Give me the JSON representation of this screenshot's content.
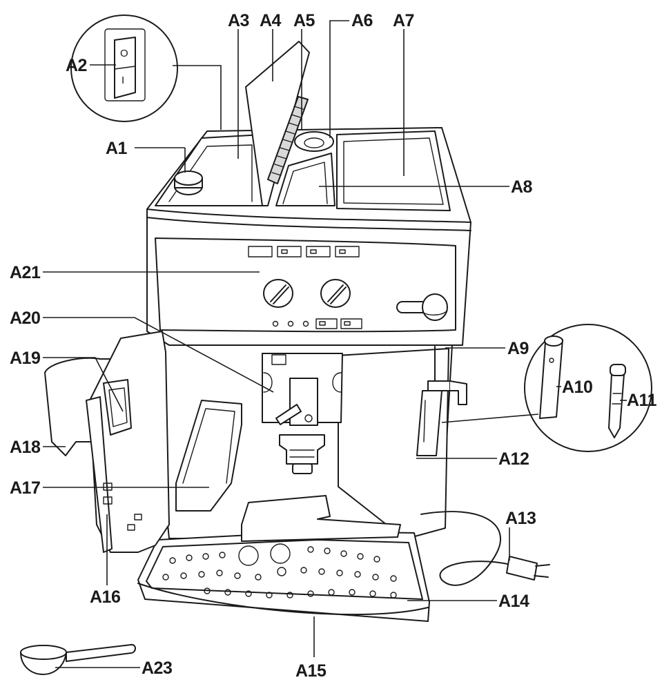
{
  "labels": {
    "a1": "A1",
    "a2": "A2",
    "a3": "A3",
    "a4": "A4",
    "a5": "A5",
    "a6": "A6",
    "a7": "A7",
    "a8": "A8",
    "a9": "A9",
    "a10": "A10",
    "a11": "A11",
    "a12": "A12",
    "a13": "A13",
    "a14": "A14",
    "a15": "A15",
    "a16": "A16",
    "a17": "A17",
    "a18": "A18",
    "a19": "A19",
    "a20": "A20",
    "a21": "A21",
    "a23": "A23"
  },
  "switch_marks": {
    "off": "O",
    "on": "I"
  }
}
